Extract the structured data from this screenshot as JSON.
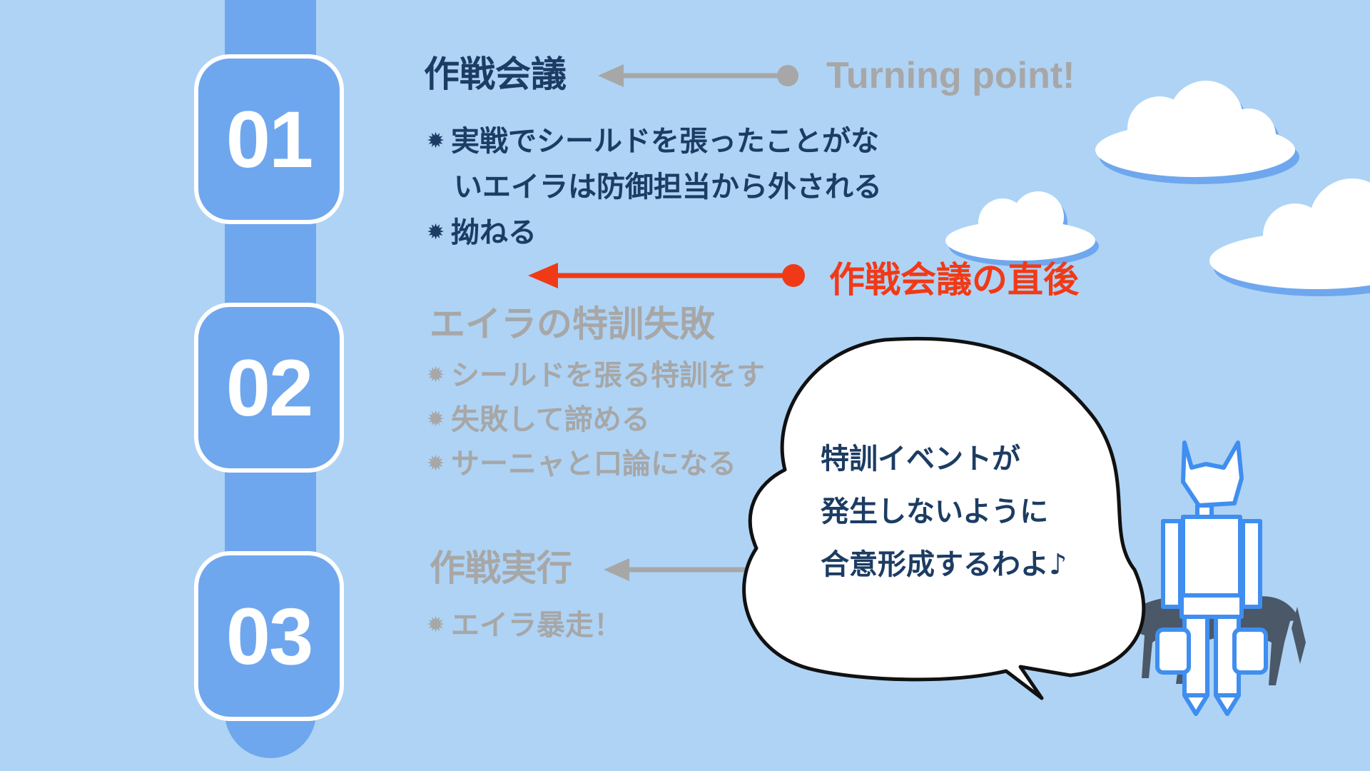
{
  "sections": [
    {
      "number": "01",
      "title": "作戦会議",
      "bullets": [
        "実戦でシールドを張ったことがな",
        "いエイラは防御担当から外される",
        "拗ねる"
      ]
    },
    {
      "number": "02",
      "title": "エイラの特訓失敗",
      "bullets": [
        "シールドを張る特訓をす",
        "失敗して諦める",
        "サーニャと口論になる"
      ]
    },
    {
      "number": "03",
      "title": "作戦実行",
      "bullets": [
        "エイラ暴走！"
      ]
    }
  ],
  "annotations": {
    "turning_point": "Turning point!",
    "right_after": "作戦会議の直後"
  },
  "speech_bubble": {
    "lines": [
      "特訓イベントが",
      "発生しないように",
      "合意形成するわよ♪"
    ]
  },
  "icons": {
    "bullet": "✹",
    "decor": [
      "cloud-icon",
      "cat-character-icon",
      "wolf-icon"
    ]
  },
  "colors": {
    "background": "#aed3f5",
    "rail": "#6fa7ee",
    "dark_text": "#1c3c63",
    "muted_text": "#a7a7a7",
    "accent_red": "#f03a17"
  }
}
